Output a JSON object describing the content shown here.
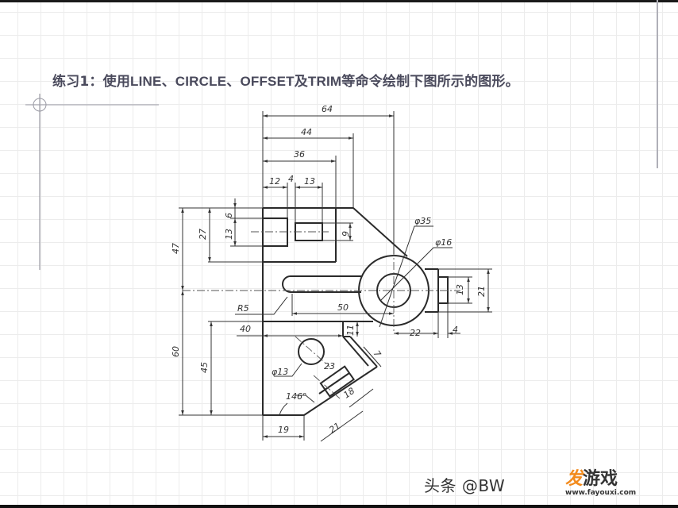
{
  "page": {
    "title_prefix": "练习1：使用",
    "title_cmd1": "LINE",
    "sep1": "、",
    "title_cmd2": "CIRCLE",
    "sep2": "、",
    "title_cmd3": "OFFSET",
    "title_and": "及",
    "title_cmd4": "TRIM",
    "title_suffix": "等命令绘制下图所示的图形。"
  },
  "drawing": {
    "dims": {
      "d64": "64",
      "d44": "44",
      "d36": "36",
      "d12": "12",
      "d4_top": "4",
      "d13_top": "13",
      "d6": "6",
      "d13_left": "13",
      "d27": "27",
      "d9": "9",
      "d47": "47",
      "d60": "60",
      "d45": "45",
      "d40": "40",
      "d50": "50",
      "r5": "R5",
      "phi35": "φ35",
      "phi16": "φ16",
      "d13_right": "13",
      "d21_right": "21",
      "d22": "22",
      "d4_right": "4",
      "d11": "11",
      "d7": "7",
      "phi13": "φ13",
      "d23": "23",
      "d18": "18",
      "d21_bottom": "21",
      "d19": "19",
      "angle146": "146°"
    },
    "line_color": "#2a2a2a",
    "dim_color": "#3a3a3a"
  },
  "watermark": {
    "text": "头条 @BW"
  },
  "logo": {
    "accent_char": "发",
    "rest": "游戏",
    "url": "www.fayouxi.com",
    "accent_color": "#f28a1c"
  }
}
